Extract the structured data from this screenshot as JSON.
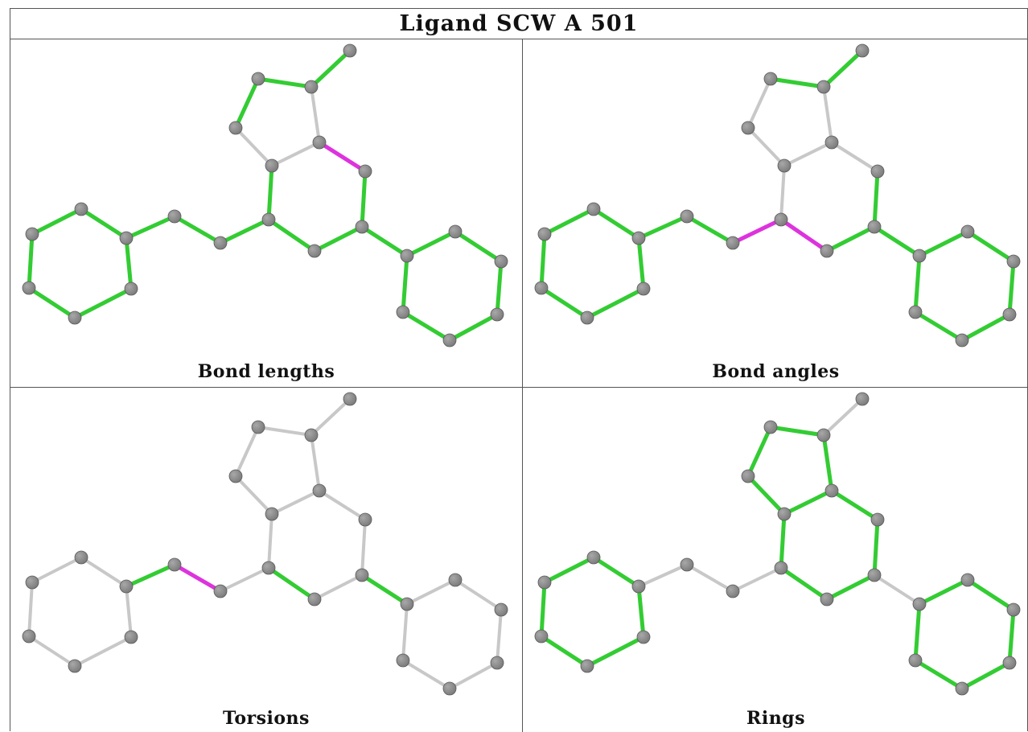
{
  "title": "Ligand SCW A 501",
  "colors": {
    "atom": "#7a7a7a",
    "atom_highlight": "#a8a8a8",
    "bond_plain": "#c8c8c8",
    "bond_ok": "#33cc33",
    "bond_outlier": "#dd33dd"
  },
  "panels": [
    {
      "caption": "Bond lengths",
      "green": [
        [
          0,
          1
        ],
        [
          1,
          2
        ],
        [
          2,
          3
        ],
        [
          4,
          5
        ],
        [
          5,
          7
        ],
        [
          6,
          7
        ],
        [
          6,
          8
        ],
        [
          8,
          9
        ],
        [
          9,
          10
        ],
        [
          9,
          15
        ],
        [
          10,
          11
        ],
        [
          11,
          12
        ],
        [
          12,
          13
        ],
        [
          13,
          14
        ],
        [
          14,
          10
        ],
        [
          7,
          16
        ],
        [
          16,
          17
        ],
        [
          17,
          18
        ],
        [
          18,
          19
        ],
        [
          19,
          20
        ],
        [
          20,
          21
        ],
        [
          21,
          16
        ]
      ],
      "magenta": [
        [
          3,
          5
        ]
      ]
    },
    {
      "caption": "Bond angles",
      "green": [
        [
          0,
          1
        ],
        [
          1,
          2
        ],
        [
          4,
          5
        ],
        [
          5,
          7
        ],
        [
          6,
          8
        ],
        [
          8,
          9
        ],
        [
          9,
          10
        ],
        [
          10,
          11
        ],
        [
          11,
          12
        ],
        [
          12,
          13
        ],
        [
          13,
          14
        ],
        [
          14,
          10
        ],
        [
          7,
          16
        ],
        [
          16,
          17
        ],
        [
          17,
          18
        ],
        [
          18,
          19
        ],
        [
          19,
          20
        ],
        [
          20,
          21
        ],
        [
          21,
          16
        ]
      ],
      "magenta": [
        [
          6,
          15
        ],
        [
          15,
          8
        ]
      ]
    },
    {
      "caption": "Torsions",
      "green": [
        [
          8,
          9
        ],
        [
          6,
          7
        ],
        [
          7,
          16
        ]
      ],
      "magenta": [
        [
          8,
          7
        ]
      ]
    },
    {
      "caption": "Rings",
      "green": [
        [
          1,
          2
        ],
        [
          2,
          3
        ],
        [
          3,
          4
        ],
        [
          4,
          1
        ],
        [
          3,
          5
        ],
        [
          4,
          6
        ],
        [
          5,
          7
        ],
        [
          6,
          7
        ],
        [
          6,
          15
        ],
        [
          15,
          8
        ],
        [
          8,
          5
        ],
        [
          10,
          11
        ],
        [
          11,
          12
        ],
        [
          12,
          13
        ],
        [
          13,
          14
        ],
        [
          14,
          10
        ],
        [
          16,
          17
        ],
        [
          17,
          18
        ],
        [
          18,
          19
        ],
        [
          19,
          20
        ],
        [
          20,
          21
        ],
        [
          21,
          16
        ]
      ],
      "magenta": []
    }
  ]
}
